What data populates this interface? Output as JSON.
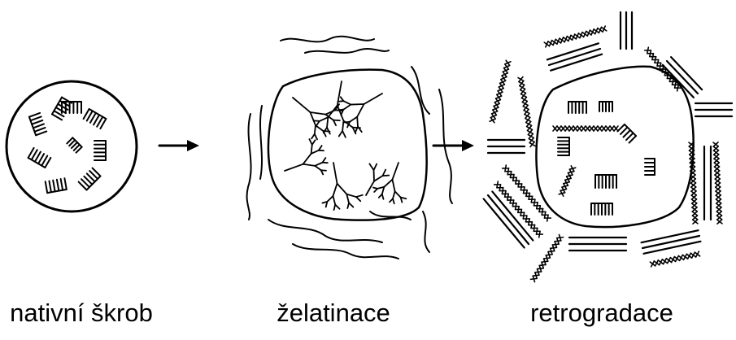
{
  "stages": [
    {
      "id": "native",
      "label": "nativní škrob"
    },
    {
      "id": "gelatinization",
      "label": "želatinace"
    },
    {
      "id": "retrogradation",
      "label": "retrogradace"
    }
  ],
  "colors": {
    "ink": "#000000",
    "background": "#ffffff"
  },
  "arrows": [
    {
      "from": "native",
      "to": "gelatinization",
      "icon": "right-arrow-icon"
    },
    {
      "from": "gelatinization",
      "to": "retrogradation",
      "icon": "right-arrow-icon"
    }
  ]
}
